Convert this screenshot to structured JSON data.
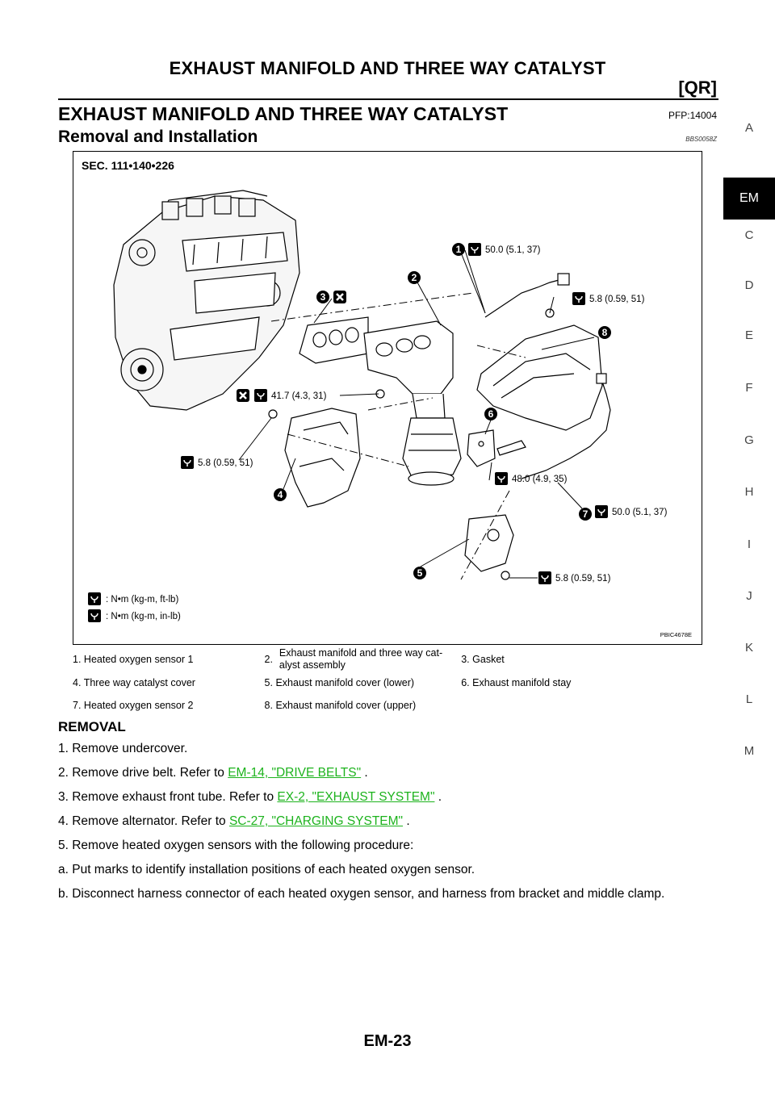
{
  "header": {
    "running_title": "EXHAUST MANIFOLD AND THREE WAY CATALYST",
    "section_tag": "[QR]"
  },
  "side_index": {
    "letters": [
      "A",
      "EM",
      "C",
      "D",
      "E",
      "F",
      "G",
      "H",
      "I",
      "J",
      "K",
      "L",
      "M"
    ],
    "active": "EM"
  },
  "title": {
    "main": "EXHAUST MANIFOLD AND THREE WAY CATALYST",
    "pfp": "PFP:14004",
    "sub": "Removal and Installation",
    "code": "BBS0058Z"
  },
  "figure": {
    "section": "SEC. 111•140•226",
    "callouts": [
      "1",
      "2",
      "3",
      "4",
      "5",
      "6",
      "7",
      "8"
    ],
    "torques": {
      "t1": "50.0 (5.1, 37)",
      "t2": "5.8 (0.59, 51)",
      "t3": "41.7 (4.3, 31)",
      "t4": "5.8 (0.59, 51)",
      "t5": "48.0 (4.9, 35)",
      "t6": "50.0 (5.1, 37)",
      "t7": "5.8 (0.59, 51)"
    },
    "legend_ft_lb": ": N•m (kg-m, ft-lb)",
    "legend_in_lb": ": N•m (kg-m, in-lb)",
    "figure_code": "PBIC4678E"
  },
  "parts": [
    {
      "num": "1.",
      "name": "Heated oxygen sensor 1"
    },
    {
      "num": "2.",
      "name": "Exhaust manifold and three way cat-alyst assembly"
    },
    {
      "num": "3.",
      "name": "Gasket"
    },
    {
      "num": "4.",
      "name": "Three way catalyst cover"
    },
    {
      "num": "5.",
      "name": "Exhaust manifold cover (lower)"
    },
    {
      "num": "6.",
      "name": "Exhaust manifold stay"
    },
    {
      "num": "7.",
      "name": "Heated oxygen sensor 2"
    },
    {
      "num": "8.",
      "name": "Exhaust manifold cover (upper)"
    }
  ],
  "removal": {
    "heading": "REMOVAL",
    "steps": [
      {
        "text": "1. Remove undercover."
      },
      {
        "text": "2. Remove drive belt. Refer to ",
        "link": "EM-14, \"DRIVE BELTS\"",
        "after": " ."
      },
      {
        "text": "3. Remove exhaust front tube. Refer to ",
        "link": "EX-2, \"EXHAUST SYSTEM\"",
        "after": " ."
      },
      {
        "text": "4. Remove alternator. Refer to ",
        "link": "SC-27, \"CHARGING SYSTEM\"",
        "after": " ."
      },
      {
        "text": "5. Remove heated oxygen sensors with the following procedure:"
      },
      {
        "text": "a. Put marks to identify installation positions of each heated oxygen sensor."
      },
      {
        "text": "b. Disconnect harness connector of each heated oxygen sensor, and harness from bracket and middle clamp."
      }
    ]
  },
  "footer": {
    "page_number": "EM-23"
  }
}
